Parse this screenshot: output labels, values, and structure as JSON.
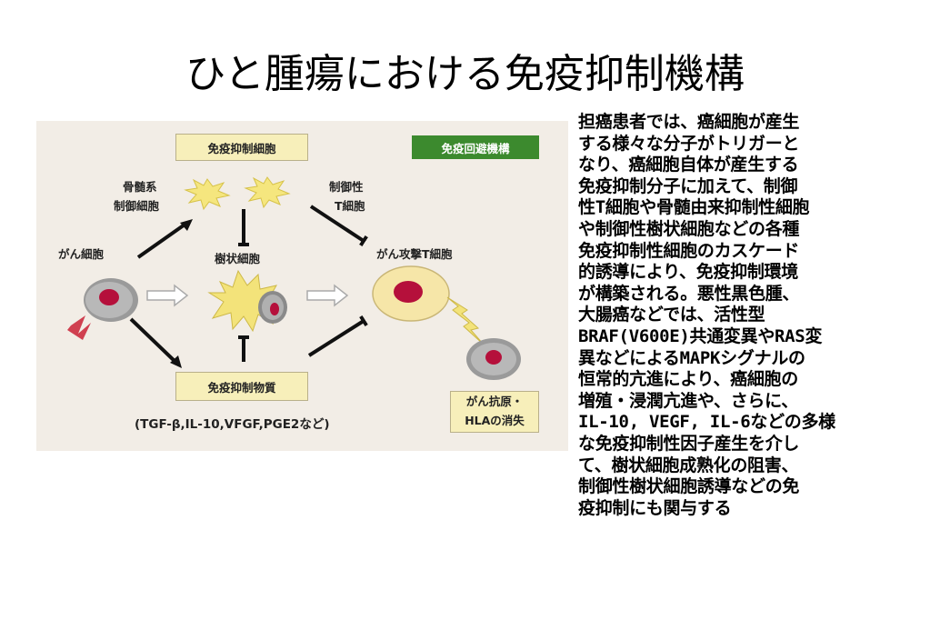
{
  "title": "ひと腫瘍における免疫抑制機構",
  "diagram": {
    "legend_badge": "免疫回避機構",
    "suppressor_cells_box": "免疫抑制細胞",
    "bone_marrow_label_1": "骨髄系",
    "bone_marrow_label_2": "制御細胞",
    "treg_label_1": "制御性",
    "treg_label_2": "T細胞",
    "cancer_cell_label": "がん細胞",
    "dendritic_label": "樹状細胞",
    "killer_t_label": "がん攻撃T細胞",
    "suppressor_substance_box": "免疫抑制物質",
    "substances_label": "(TGF-β,IL-10,VFGF,PGE2など)",
    "antigen_loss_line1": "がん抗原・",
    "antigen_loss_line2": "HLAの消失",
    "colors": {
      "background": "#f2ede6",
      "box": "#f7efba",
      "badge": "#3c8a2e",
      "cancer_nucleus": "#b5103b",
      "cell_gray": "#9a9a9a",
      "t_cell": "#f6e6a8",
      "star_cell": "#f3e37a"
    }
  },
  "body_text": "担癌患者では、癌細胞が産生\nする様々な分子がトリガーと\nなり、癌細胞自体が産生する\n免疫抑制分子に加えて、制御\n性T細胞や骨髄由来抑制性細胞\nや制御性樹状細胞などの各種\n免疫抑制性細胞のカスケード\n的誘導により、免疫抑制環境\nが構築される。悪性黒色腫、\n大腸癌などでは、活性型\nBRAF(V600E)共通変異やRAS変\n異などによるMAPKシグナルの\n恒常的亢進により、癌細胞の\n増殖・浸潤亢進や、さらに、\nIL-10, VEGF, IL-6などの多様\nな免疫抑制性因子産生を介し\nて、樹状細胞成熟化の阻害、\n制御性樹状細胞誘導などの免\n疫抑制にも関与する"
}
